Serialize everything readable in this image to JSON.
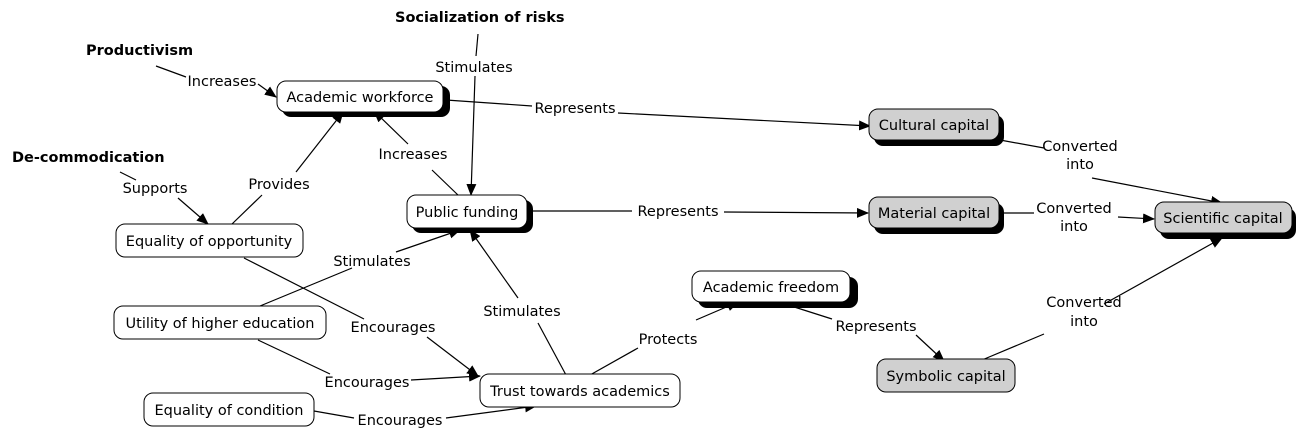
{
  "title_concepts": {
    "productivism": "Productivism",
    "socialization_of_risks": "Socialization of risks",
    "de_commodication": "De-commodication"
  },
  "concepts": {
    "academic_workforce": "Academic workforce",
    "public_funding": "Public funding",
    "equality_of_opportunity": "Equality of opportunity",
    "utility_of_higher_education": "Utility of higher education",
    "equality_of_condition": "Equality of condition",
    "trust_towards_academics": "Trust towards academics",
    "academic_freedom": "Academic freedom",
    "cultural_capital": "Cultural capital",
    "material_capital": "Material capital",
    "symbolic_capital": "Symbolic capital",
    "scientific_capital": "Scientific capital"
  },
  "links": {
    "increases_productivism": "Increases",
    "stimulates_socialization": "Stimulates",
    "supports": "Supports",
    "provides": "Provides",
    "increases_funding": "Increases",
    "represents_workforce": "Represents",
    "represents_funding": "Represents",
    "stimulates_utility": "Stimulates",
    "stimulates_trust": "Stimulates",
    "encourages_opportunity": "Encourages",
    "encourages_utility": "Encourages",
    "encourages_condition": "Encourages",
    "protects": "Protects",
    "represents_freedom": "Represents",
    "converted_cultural_1": "Converted",
    "converted_cultural_2": "into",
    "converted_material_1": "Converted",
    "converted_material_2": "into",
    "converted_symbolic_1": "Converted",
    "converted_symbolic_2": "into"
  }
}
